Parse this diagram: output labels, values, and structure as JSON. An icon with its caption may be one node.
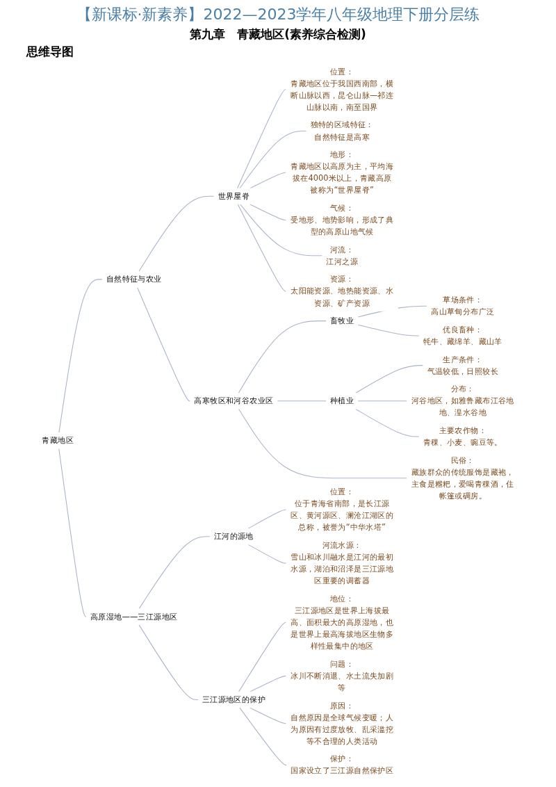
{
  "diagram": {
    "title": "【新课标·新素养】2022—2023学年八年级地理下册分层练",
    "nodes": [
      {
        "text": [
          "青藏地区"
        ]
      },
      {
        "text": [
          "自然特征与农业"
        ]
      },
      {
        "text": [
          "世界屋脊"
        ]
      },
      {
        "text": [
          "位置：",
          "青藏地区位于我国西南部，横断山脉以西，昆仑山脉—祁连山脉以南，南至国界"
        ]
      },
      {
        "text": [
          "独特的区域特征：",
          "自然特征是高寒"
        ]
      },
      {
        "text": [
          "地形：",
          "青藏地区以高原为主，平均海拔在4000米以上，青藏高原被称为“世界屋脊”"
        ]
      },
      {
        "text": [
          "气候：",
          "受地形、地势影响，形成了典型的高原山地气候"
        ]
      },
      {
        "text": [
          "河流：",
          "江河之源"
        ]
      },
      {
        "text": [
          "资源：",
          "太阳能资源、地热能资源、水资源、矿产资源"
        ]
      },
      {
        "text": [
          "高寒牧区和河谷农业区"
        ]
      },
      {
        "text": [
          "畜牧业"
        ]
      },
      {
        "text": [
          "草场条件：",
          "高山草甸分布广泛"
        ]
      },
      {
        "text": [
          "优良畜种：",
          "牦牛、藏绵羊、藏山羊"
        ]
      },
      {
        "text": [
          "种植业"
        ]
      },
      {
        "text": [
          "生产条件：",
          "气温较低，日照较长"
        ]
      },
      {
        "text": [
          "分布：",
          "河谷地区，如雅鲁藏布江谷地地、湟水谷地"
        ]
      },
      {
        "text": [
          "主要农作物：",
          "青稞、小麦、豌豆等。"
        ]
      },
      {
        "text": [
          "民俗：",
          "藏族群众的传统服饰是藏袍，主食是糌粑，爱喝青稞酒，住帐篷或碉房。"
        ]
      },
      {
        "text": [
          "高原湿地——三江源地区"
        ]
      },
      {
        "text": [
          "江河的源地"
        ]
      },
      {
        "text": [
          "位置：",
          "位于青海省南部，是长江源区、黄河源区、澜沧江湖区的总称，被誉为“中华水塔”"
        ]
      },
      {
        "text": [
          "河流水源：",
          "雪山和冰川融水是江河的最初水源，湖泊和沼泽是三江源地区重要的调蓄器"
        ]
      },
      {
        "text": [
          "三江源地区的保护"
        ]
      },
      {
        "text": [
          "地位：",
          "三江源地区是世界上海拔最高、面积最大的高原湿地，也是世界上最高海拔地区生物多样性最集中的地区"
        ]
      },
      {
        "text": [
          "问题：",
          "冰川不断消退、水土流失加剧等"
        ]
      },
      {
        "text": [
          "原因：",
          "自然原因是全球气候变暖；人为原因有过度放牧、乱采滥挖等不合理的人类活动"
        ]
      },
      {
        "text": [
          "保护：",
          "国家设立了三江源自然保护区"
        ]
      }
    ],
    "edges": [
      {
        "from": 0,
        "to": 1,
        "arrow": "none"
      },
      {
        "from": 1,
        "to": 2,
        "arrow": "none"
      },
      {
        "from": 2,
        "to": 3,
        "arrow": "none"
      },
      {
        "from": 2,
        "to": 4,
        "arrow": "none"
      },
      {
        "from": 2,
        "to": 5,
        "arrow": "none"
      },
      {
        "from": 2,
        "to": 6,
        "arrow": "none"
      },
      {
        "from": 2,
        "to": 7,
        "arrow": "none"
      },
      {
        "from": 2,
        "to": 8,
        "arrow": "none"
      },
      {
        "from": 1,
        "to": 9,
        "arrow": "none"
      },
      {
        "from": 9,
        "to": 10,
        "arrow": "none"
      },
      {
        "from": 10,
        "to": 11,
        "arrow": "none"
      },
      {
        "from": 10,
        "to": 12,
        "arrow": "none"
      },
      {
        "from": 9,
        "to": 13,
        "arrow": "none"
      },
      {
        "from": 13,
        "to": 14,
        "arrow": "none"
      },
      {
        "from": 13,
        "to": 15,
        "arrow": "none"
      },
      {
        "from": 13,
        "to": 16,
        "arrow": "none"
      },
      {
        "from": 9,
        "to": 17,
        "arrow": "none"
      },
      {
        "from": 0,
        "to": 18,
        "arrow": "none"
      },
      {
        "from": 18,
        "to": 19,
        "arrow": "none"
      },
      {
        "from": 19,
        "to": 20,
        "arrow": "none"
      },
      {
        "from": 19,
        "to": 21,
        "arrow": "none"
      },
      {
        "from": 18,
        "to": 22,
        "arrow": "none"
      },
      {
        "from": 22,
        "to": 23,
        "arrow": "none"
      },
      {
        "from": 22,
        "to": 24,
        "arrow": "none"
      },
      {
        "from": 22,
        "to": 25,
        "arrow": "none"
      },
      {
        "from": 22,
        "to": 26,
        "arrow": "none"
      }
    ],
    "labels": [
      "第九章　青藏地区(素养综合检测)",
      "思维导图"
    ]
  }
}
